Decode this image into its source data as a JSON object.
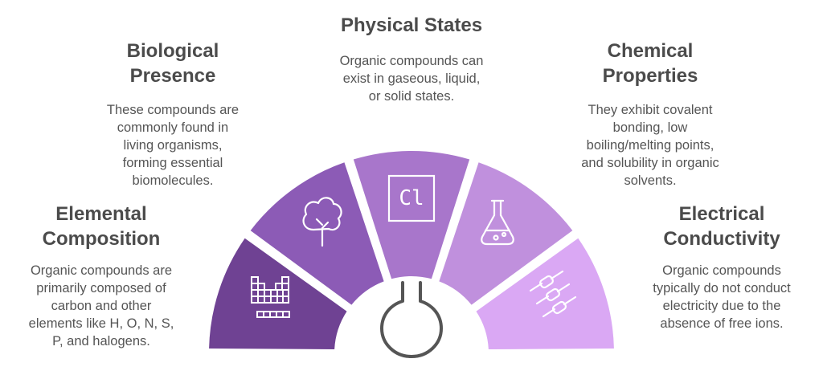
{
  "sections": [
    {
      "title_line1": "Elemental",
      "title_line2": "Composition",
      "desc": [
        "Organic compounds are",
        "primarily composed of",
        "carbon and other",
        "elements like H, O, N, S,",
        "P, and halogens."
      ],
      "icon": "periodic-table-icon",
      "color": "#6f4293"
    },
    {
      "title_line1": "Biological",
      "title_line2": "Presence",
      "desc": [
        "These compounds are",
        "commonly found in",
        "living organisms,",
        "forming essential",
        "biomolecules."
      ],
      "icon": "tree-icon",
      "color": "#8c5bb6"
    },
    {
      "title_line1": "Physical States",
      "title_line2": "",
      "desc": [
        "Organic compounds can",
        "exist in gaseous, liquid,",
        "or solid states."
      ],
      "icon": "chlorine-element-icon",
      "color": "#a876cb"
    },
    {
      "title_line1": "Chemical",
      "title_line2": "Properties",
      "desc": [
        "They exhibit covalent",
        "bonding, low",
        "boiling/melting points,",
        "and solubility in organic",
        "solvents."
      ],
      "icon": "flask-icon",
      "color": "#c090dd"
    },
    {
      "title_line1": "Electrical",
      "title_line2": "Conductivity",
      "desc": [
        "Organic compounds",
        "typically do not conduct",
        "electricity due to the",
        "absence of free ions."
      ],
      "icon": "resistor-icon",
      "color": "#daa8f4"
    }
  ],
  "center_icon": "round-bottom-flask-icon"
}
